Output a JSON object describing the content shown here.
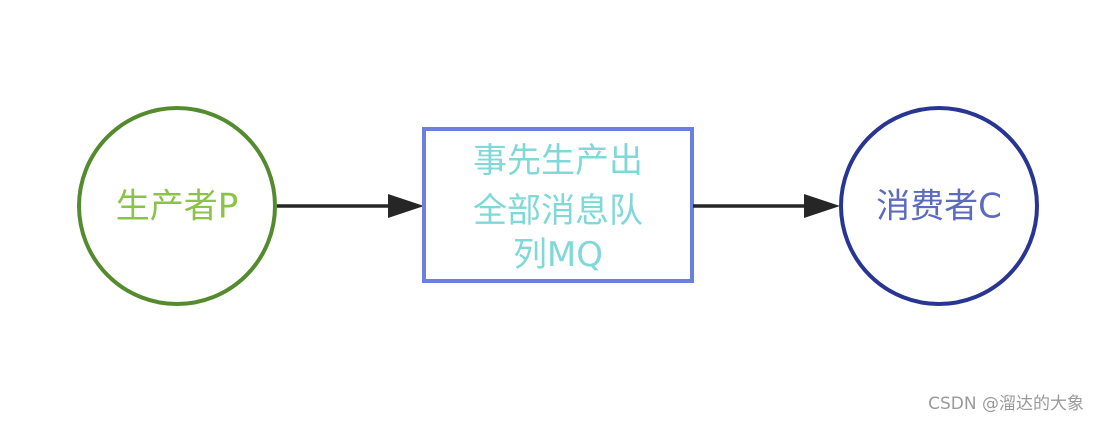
{
  "diagram": {
    "producer": {
      "label": "生产者P",
      "stroke": "#558b2f",
      "text_color": "#8bc34a"
    },
    "queue": {
      "lines": [
        "事先生产出",
        "全部消息队",
        "列MQ"
      ],
      "stroke": "#6b7fe3",
      "text_color": "#80d8d8"
    },
    "consumer": {
      "label": "消费者C",
      "stroke": "#283593",
      "text_color": "#5c6bc0"
    },
    "arrow_color": "#262626"
  },
  "watermark": "CSDN @溜达的大象"
}
